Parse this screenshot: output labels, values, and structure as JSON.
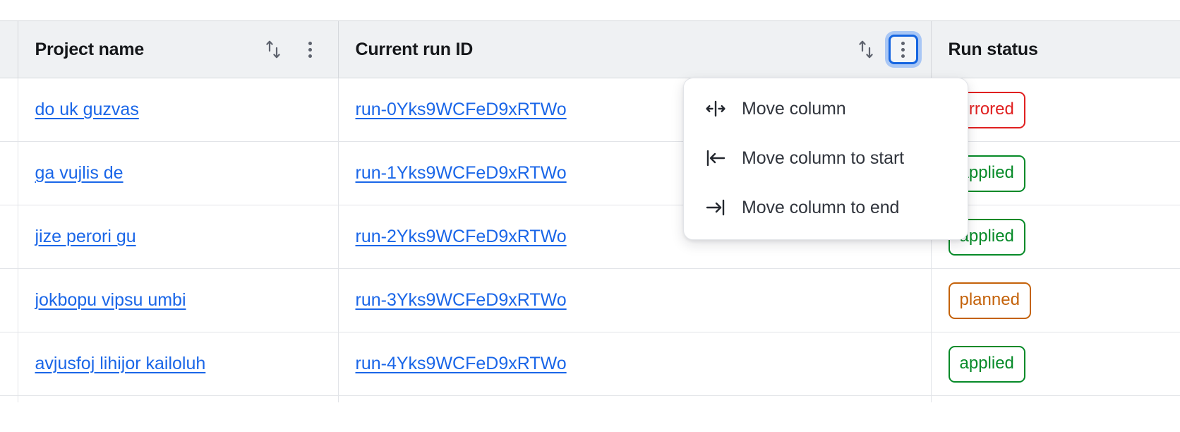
{
  "table": {
    "columns": [
      {
        "key": "select",
        "label": "",
        "sortable": false,
        "has_menu": false
      },
      {
        "key": "project_name",
        "label": "Project name",
        "sortable": true,
        "has_menu": true,
        "menu_open": false
      },
      {
        "key": "current_run_id",
        "label": "Current run ID",
        "sortable": true,
        "has_menu": true,
        "menu_open": true
      },
      {
        "key": "run_status",
        "label": "Run status",
        "sortable": true,
        "has_menu": false
      }
    ],
    "rows": [
      {
        "project_name": "do uk guzvas",
        "current_run_id": "run-0Yks9WCFeD9xRTWo",
        "run_status": "errored"
      },
      {
        "project_name": "ga vujlis de",
        "current_run_id": "run-1Yks9WCFeD9xRTWo",
        "run_status": "applied"
      },
      {
        "project_name": "jize perori gu",
        "current_run_id": "run-2Yks9WCFeD9xRTWo",
        "run_status": "applied"
      },
      {
        "project_name": "jokbopu vipsu umbi",
        "current_run_id": "run-3Yks9WCFeD9xRTWo",
        "run_status": "planned"
      },
      {
        "project_name": "avjusfoj lihijor kailoluh",
        "current_run_id": "run-4Yks9WCFeD9xRTWo",
        "run_status": "applied"
      }
    ]
  },
  "column_menu": {
    "owner_column": "Current run ID",
    "items": [
      {
        "icon": "move-column-icon",
        "label": "Move column"
      },
      {
        "icon": "move-column-to-start-icon",
        "label": "Move column to start"
      },
      {
        "icon": "move-column-to-end-icon",
        "label": "Move column to end"
      }
    ]
  },
  "icons": {
    "sort": "sort-ascending-descending-icon",
    "kebab": "kebab-menu-icon"
  },
  "colors": {
    "link": "#1a66e8",
    "focus_ring": "#a9c7f5",
    "focus_border": "#1565e0",
    "header_bg": "#eff1f3",
    "status_errored": "#e02020",
    "status_applied": "#068a28",
    "status_planned": "#c4620a",
    "grid_line": "#e2e4e8"
  }
}
